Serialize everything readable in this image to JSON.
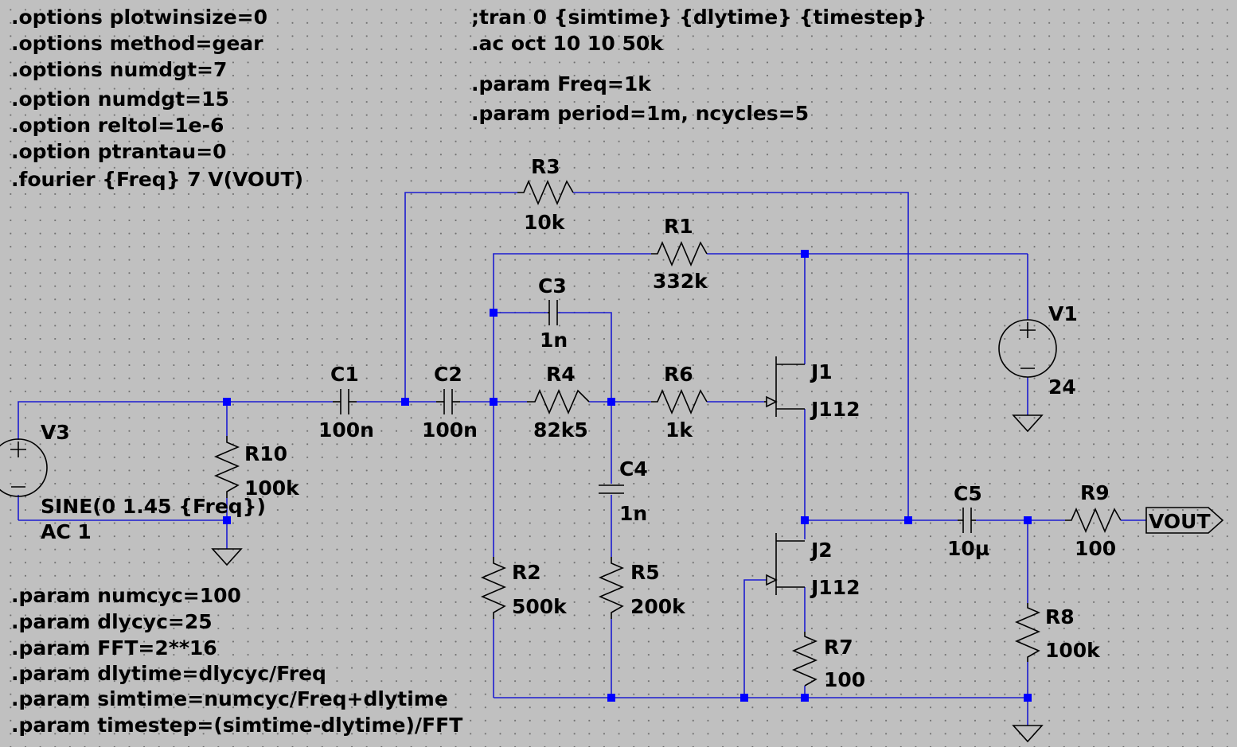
{
  "directives_left_top": [
    ".options plotwinsize=0",
    ".options method=gear",
    ".options numdgt=7",
    ".option numdgt=15",
    ".option reltol=1e-6",
    ".option ptrantau=0",
    ".fourier {Freq} 7 V(VOUT)"
  ],
  "directives_top": [
    ";tran 0 {simtime} {dlytime} {timestep}",
    ".ac oct 10 10 50k",
    ".param Freq=1k",
    ".param period=1m, ncycles=5"
  ],
  "directives_left_bottom": [
    ".param numcyc=100",
    ".param dlycyc=25",
    ".param FFT=2**16",
    ".param dlytime=dlycyc/Freq",
    ".param simtime=numcyc/Freq+dlytime",
    ".param timestep=(simtime-dlytime)/FFT"
  ],
  "components": {
    "R3": {
      "name": "R3",
      "value": "10k"
    },
    "R1": {
      "name": "R1",
      "value": "332k"
    },
    "C3": {
      "name": "C3",
      "value": "1n"
    },
    "C1": {
      "name": "C1",
      "value": "100n"
    },
    "C2": {
      "name": "C2",
      "value": "100n"
    },
    "R4": {
      "name": "R4",
      "value": "82k5"
    },
    "R6": {
      "name": "R6",
      "value": "1k"
    },
    "J1": {
      "name": "J1",
      "value": "J112"
    },
    "J2": {
      "name": "J2",
      "value": "J112"
    },
    "V1": {
      "name": "V1",
      "value": "24"
    },
    "V3": {
      "name": "V3",
      "value": "SINE(0 1.45 {Freq})",
      "value2": "AC 1"
    },
    "R10": {
      "name": "R10",
      "value": "100k"
    },
    "C4": {
      "name": "C4",
      "value": "1n"
    },
    "R2": {
      "name": "R2",
      "value": "500k"
    },
    "R5": {
      "name": "R5",
      "value": "200k"
    },
    "R7": {
      "name": "R7",
      "value": "100"
    },
    "C5": {
      "name": "C5",
      "value": "10µ"
    },
    "R9": {
      "name": "R9",
      "value": "100"
    },
    "R8": {
      "name": "R8",
      "value": "100k"
    }
  },
  "net_labels": {
    "vout": "VOUT"
  },
  "colors": {
    "background": "#c0c0c0",
    "wire": "#1c1cd0",
    "node": "#0000ff",
    "component": "#000000"
  }
}
